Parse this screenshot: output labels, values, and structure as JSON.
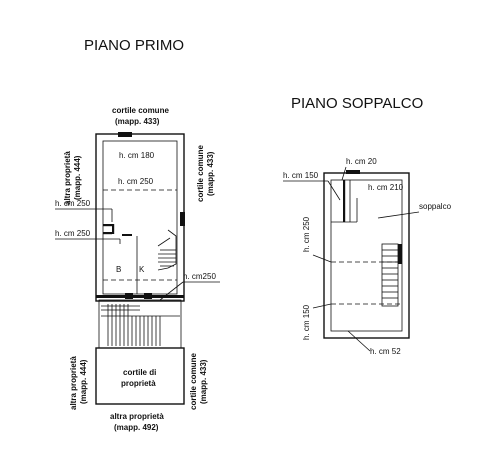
{
  "piano_primo": {
    "title": "PIANO PRIMO",
    "top_label": "cortile comune",
    "top_mapp": "(mapp. 433)",
    "left_label": "altra proprietà",
    "left_mapp": "(mapp. 444)",
    "right_label": "cortile comune",
    "right_mapp": "(mapp. 433)",
    "h_cm_180": "h. cm 180",
    "h_cm_250_center": "h. cm 250",
    "h_cm_250_left_a": "h. cm 250",
    "h_cm_250_left_b": "h. cm 250",
    "h_cm_250_right": "h. cm250",
    "room_b": "B",
    "room_k": "K",
    "courtyard_label_1": "cortile di",
    "courtyard_label_2": "proprietà",
    "bottom_left_label": "altra proprietà",
    "bottom_left_mapp": "(mapp. 444)",
    "bottom_right_label": "cortile comune",
    "bottom_right_mapp": "(mapp. 433)",
    "bottom_label": "altra proprietà",
    "bottom_mapp": "(mapp. 492)"
  },
  "piano_soppalco": {
    "title": "PIANO SOPPALCO",
    "h_cm_20": "h. cm 20",
    "h_cm_150_top": "h. cm 150",
    "h_cm_210": "h. cm 210",
    "soppalco": "soppalco",
    "h_cm_250_vert": "h. cm 250",
    "h_cm_150_vert": "h. cm 150",
    "h_cm_52": "h. cm 52"
  }
}
